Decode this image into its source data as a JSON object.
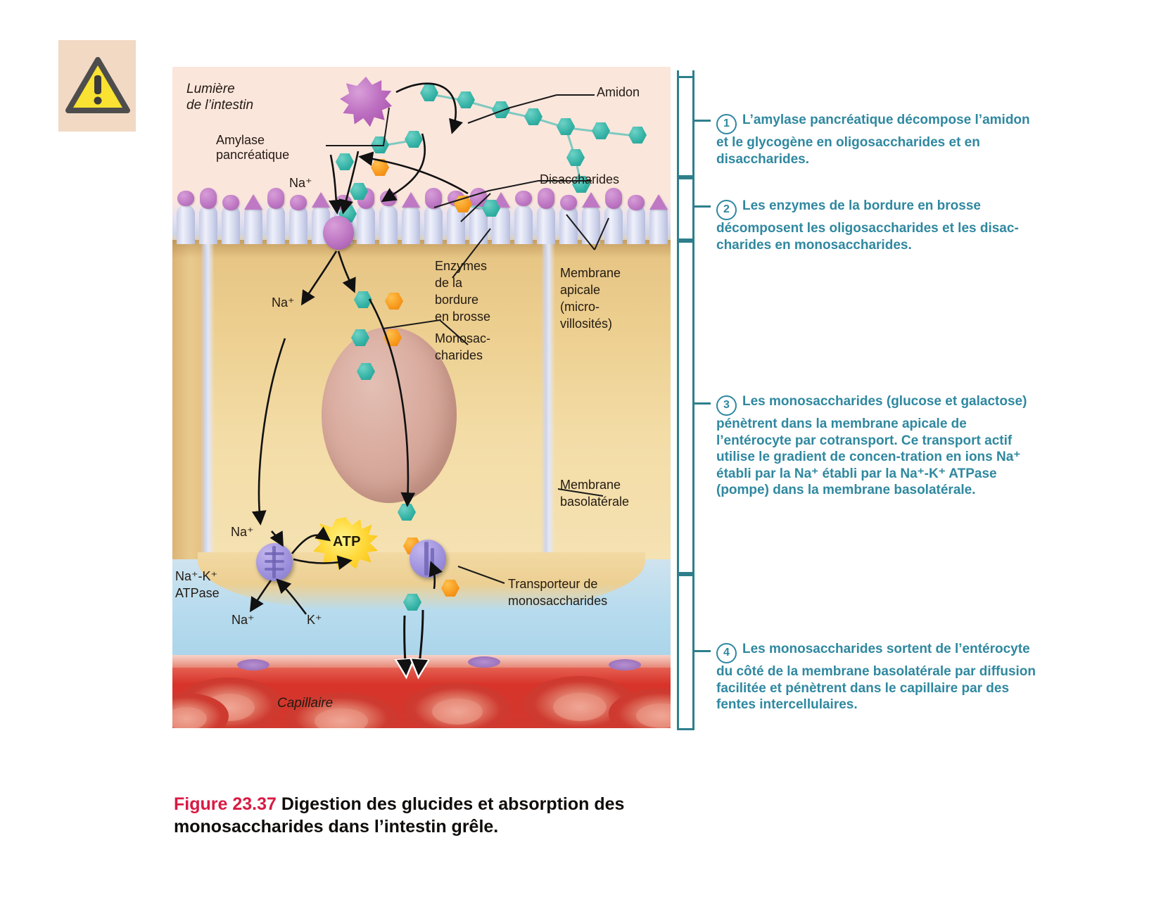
{
  "figure": {
    "warning_icon": "warning-triangle-icon",
    "caption_number": "Figure 23.37",
    "caption_text": " Digestion des glucides et absorption des monosaccharides dans l’intestin grêle.",
    "accent_color": "#2f88a0",
    "caption_number_color": "#d81a43",
    "panel_background": "#fdece4"
  },
  "diagram_labels": {
    "lumen": "Lumière\nde l’intestin",
    "amylase": "Amylase\npancréatique",
    "amidon": "Amidon",
    "disaccharides": "Disaccharides",
    "na_lumen": "Na⁺",
    "na_cell": "Na⁺",
    "na_bottom": "Na⁺",
    "enzymes_bb": "Enzymes\nde la\nbordure\nen brosse",
    "monosaccharides": "Monosac-\ncharides",
    "membrane_apicale": "Membrane\napicale\n(micro-\nvillosités)",
    "membrane_basolaterale": "Membrane\nbasolatérale",
    "atp": "ATP",
    "na_k_atpase": "Na⁺-K⁺\nATPase",
    "na_out": "Na⁺",
    "k_in": "K⁺",
    "transporteur": "Transporteur de\nmonosaccharides",
    "capillaire": "Capillaire"
  },
  "steps": [
    {
      "number": "1",
      "text": "L’amylase pancréatique décompose l’amidon et le glycogène en oligosaccharides et en disaccharides."
    },
    {
      "number": "2",
      "text": "Les enzymes de la bordure en brosse décomposent les oligosaccharides et les disac-charides en monosaccharides."
    },
    {
      "number": "3",
      "text": "Les monosaccharides (glucose et galactose) pénètrent dans la membrane apicale de l’entérocyte par cotransport. Ce transport actif utilise le gradient de concen-tration en ions Na⁺ établi par la Na⁺ établi par la Na⁺-K⁺ ATPase (pompe) dans la membrane basolatérale."
    },
    {
      "number": "4",
      "text": "Les monosaccharides sortent de l’entérocyte du côté de la membrane basolatérale par diffusion facilitée et pénètrent dans le capillaire par des fentes intercellulaires."
    }
  ]
}
